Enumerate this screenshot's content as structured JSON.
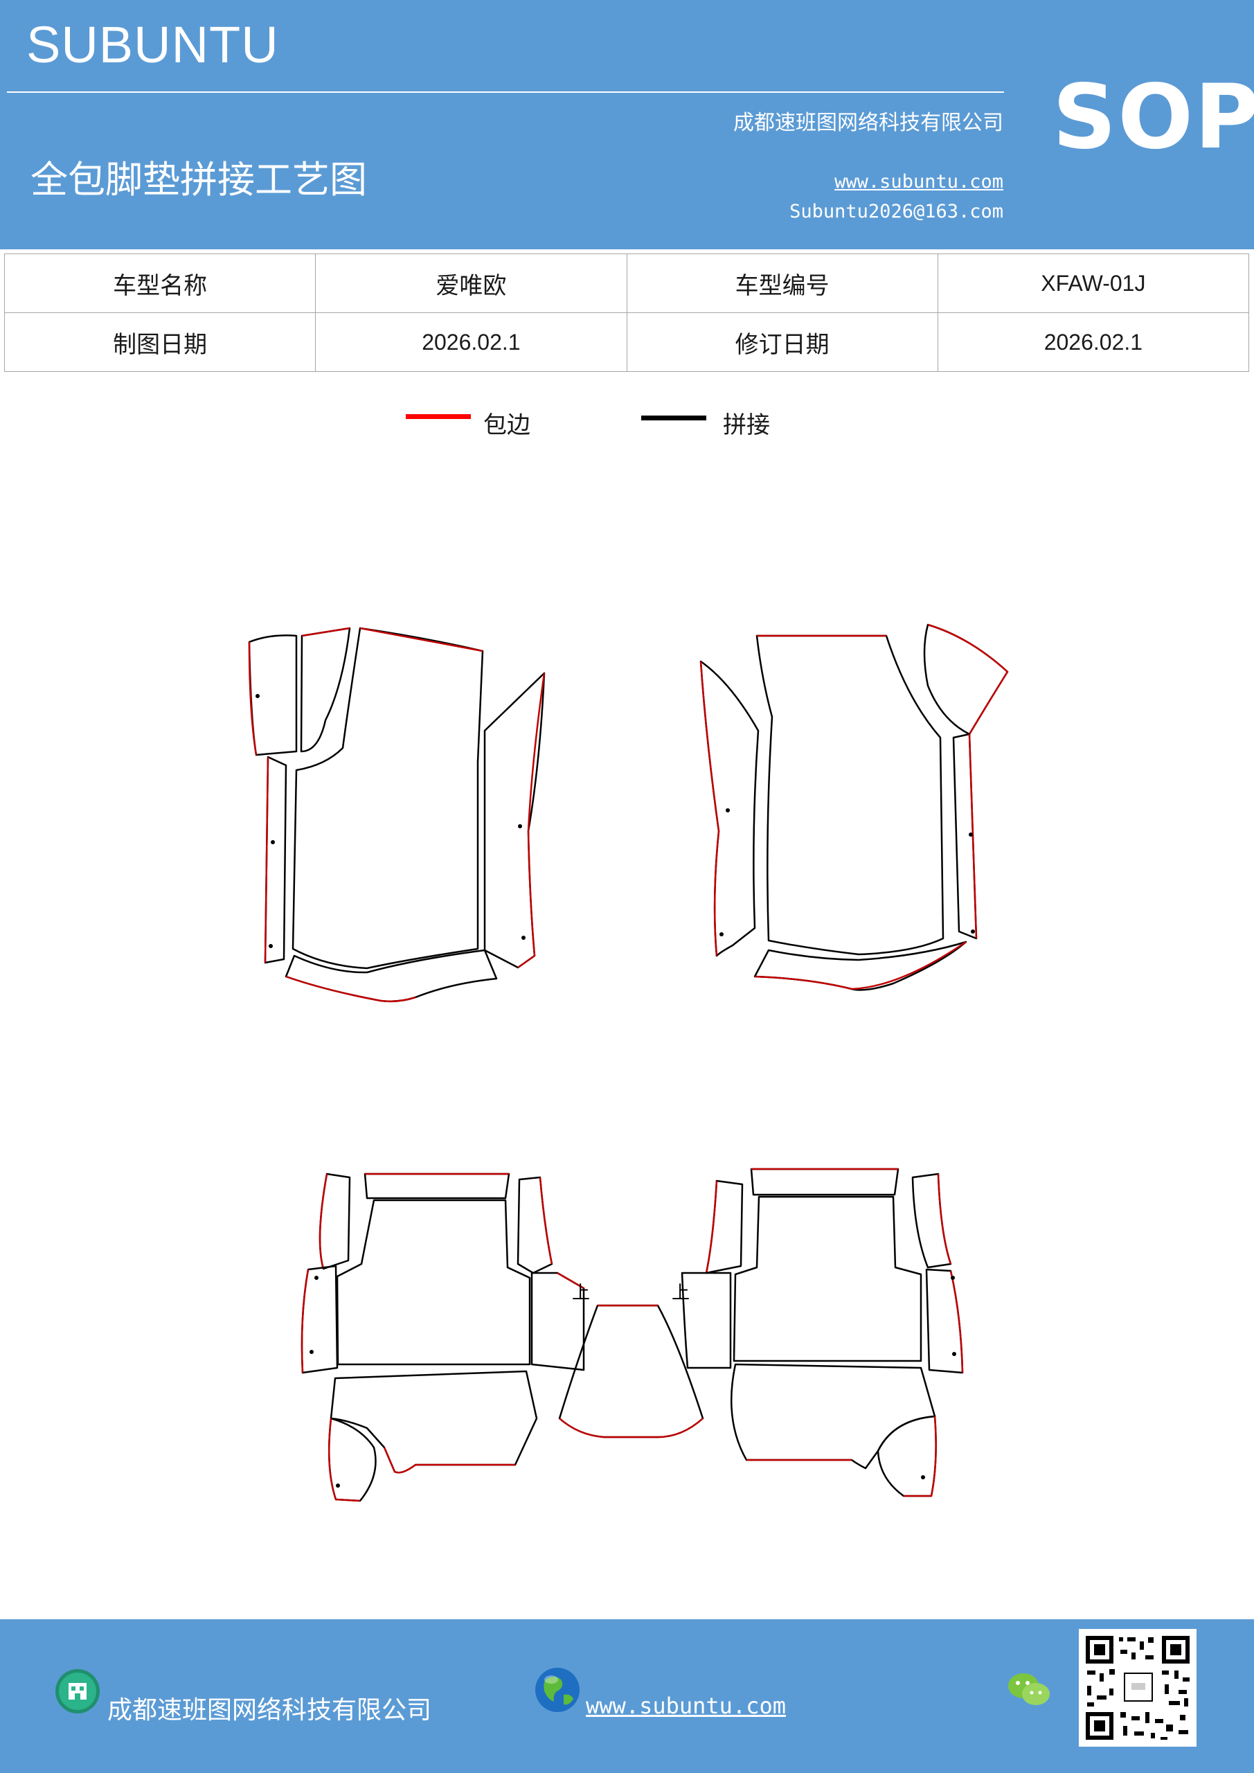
{
  "header": {
    "brand": "SUBUNTU",
    "badge": "SOP",
    "company": "成都速班图网络科技有限公司",
    "title": "全包脚垫拼接工艺图",
    "website": "www.subuntu.com",
    "email": "Subuntu2026@163.com"
  },
  "info": {
    "row1": {
      "label1": "车型名称",
      "value1": "爱唯欧",
      "label2": "车型编号",
      "value2": "XFAW-01J"
    },
    "row2": {
      "label1": "制图日期",
      "value1": "2026.02.1",
      "label2": "修订日期",
      "value2": "2026.02.1"
    }
  },
  "legend": [
    {
      "label": "包边",
      "color": "#ff0000"
    },
    {
      "label": "拼接",
      "color": "#000000"
    }
  ],
  "diagram": {
    "marks": [
      "上",
      "上"
    ],
    "edge_color": "#c00000",
    "seam_color": "#000000"
  },
  "footer": {
    "company": "成都速班图网络科技有限公司",
    "website": "www.subuntu.com",
    "icons": [
      "building-icon",
      "globe-icon",
      "wechat-icon",
      "qr-code"
    ]
  }
}
